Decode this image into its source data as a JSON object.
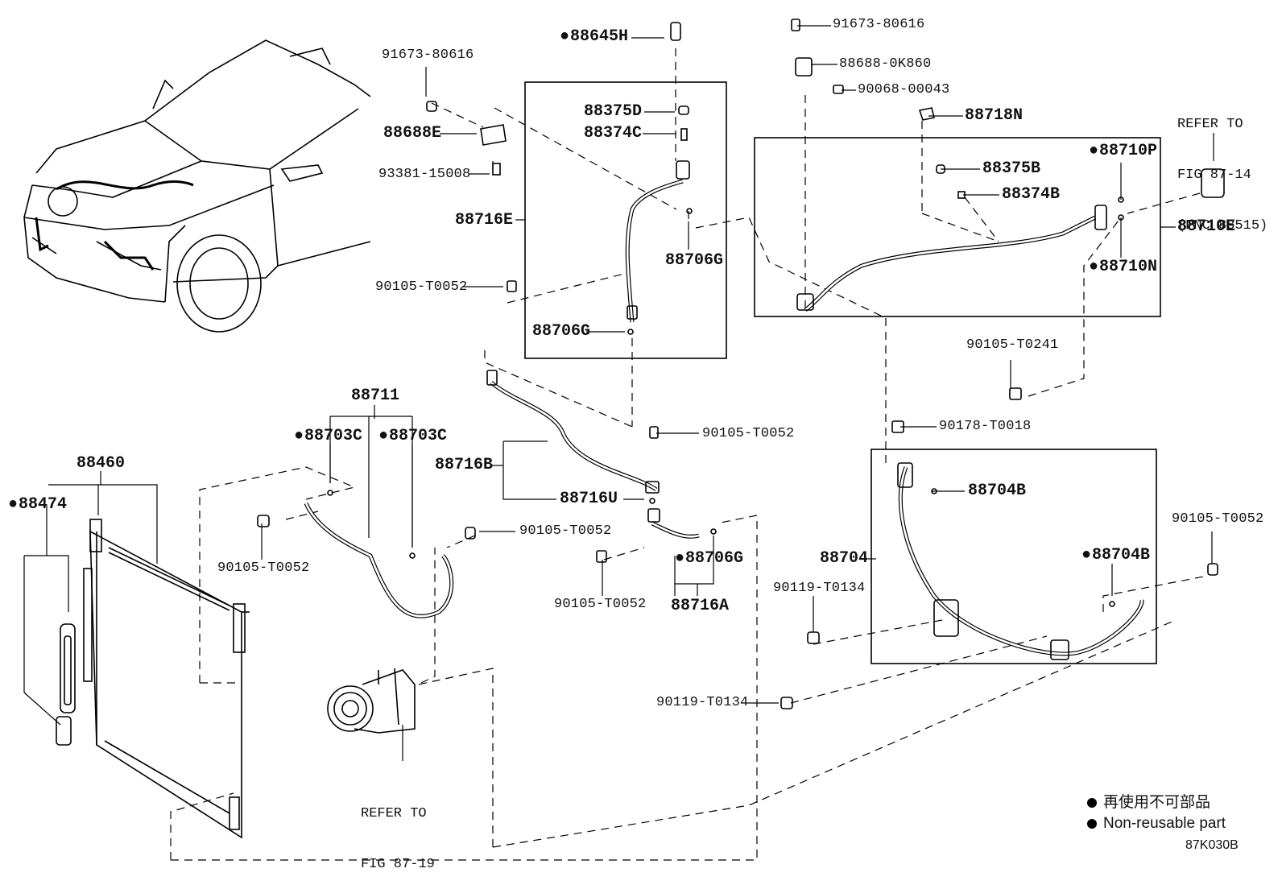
{
  "figure_id": "87K030B",
  "legend": {
    "line1": "再使用不可部品",
    "line2": "Non-reusable part"
  },
  "references": {
    "refer_87_14": [
      "REFER TO",
      "FIG 87-14",
      "(PNC 88515)"
    ],
    "refer_87_19": [
      "REFER TO",
      "FIG 87-19"
    ]
  },
  "labels": [
    {
      "key": "l01",
      "text": "88645H",
      "nonreusable": true
    },
    {
      "key": "l02",
      "text": "91673-80616",
      "nonreusable": false
    },
    {
      "key": "l03",
      "text": "91673-80616",
      "nonreusable": false
    },
    {
      "key": "l04",
      "text": "88688-0K860",
      "nonreusable": false
    },
    {
      "key": "l05",
      "text": "90068-00043",
      "nonreusable": false
    },
    {
      "key": "l06",
      "text": "88718N",
      "nonreusable": false
    },
    {
      "key": "l07",
      "text": "88375D",
      "nonreusable": false
    },
    {
      "key": "l08",
      "text": "88374C",
      "nonreusable": false
    },
    {
      "key": "l09",
      "text": "88688E",
      "nonreusable": false
    },
    {
      "key": "l10",
      "text": "93381-15008",
      "nonreusable": false
    },
    {
      "key": "l11",
      "text": "88716E",
      "nonreusable": false
    },
    {
      "key": "l12",
      "text": "88706G",
      "nonreusable": false
    },
    {
      "key": "l13",
      "text": "90105-T0052",
      "nonreusable": false
    },
    {
      "key": "l14",
      "text": "88706G",
      "nonreusable": false
    },
    {
      "key": "l15",
      "text": "88375B",
      "nonreusable": false
    },
    {
      "key": "l16",
      "text": "88374B",
      "nonreusable": false
    },
    {
      "key": "l17",
      "text": "88710P",
      "nonreusable": true
    },
    {
      "key": "l18",
      "text": "88710E",
      "nonreusable": false
    },
    {
      "key": "l19",
      "text": "88710N",
      "nonreusable": true
    },
    {
      "key": "l20",
      "text": "90105-T0241",
      "nonreusable": false
    },
    {
      "key": "l21",
      "text": "88711",
      "nonreusable": false
    },
    {
      "key": "l22",
      "text": "88703C",
      "nonreusable": true
    },
    {
      "key": "l23",
      "text": "88703C",
      "nonreusable": true
    },
    {
      "key": "l24",
      "text": "90105-T0052",
      "nonreusable": false
    },
    {
      "key": "l25",
      "text": "88716B",
      "nonreusable": false
    },
    {
      "key": "l26",
      "text": "88716U",
      "nonreusable": false
    },
    {
      "key": "l27",
      "text": "90178-T0018",
      "nonreusable": false
    },
    {
      "key": "l28",
      "text": "88704B",
      "nonreusable": false
    },
    {
      "key": "l29",
      "text": "88460",
      "nonreusable": false
    },
    {
      "key": "l30",
      "text": "88474",
      "nonreusable": true
    },
    {
      "key": "l31",
      "text": "90105-T0052",
      "nonreusable": false
    },
    {
      "key": "l32",
      "text": "90105-T0052",
      "nonreusable": false
    },
    {
      "key": "l33",
      "text": "88706G",
      "nonreusable": true
    },
    {
      "key": "l34",
      "text": "90105-T0052",
      "nonreusable": false
    },
    {
      "key": "l35",
      "text": "88716A",
      "nonreusable": false
    },
    {
      "key": "l36",
      "text": "88704",
      "nonreusable": false
    },
    {
      "key": "l37",
      "text": "88704B",
      "nonreusable": true
    },
    {
      "key": "l38",
      "text": "90105-T0052",
      "nonreusable": false
    },
    {
      "key": "l39",
      "text": "90119-T0134",
      "nonreusable": false
    },
    {
      "key": "l40",
      "text": "90119-T0134",
      "nonreusable": false
    }
  ]
}
